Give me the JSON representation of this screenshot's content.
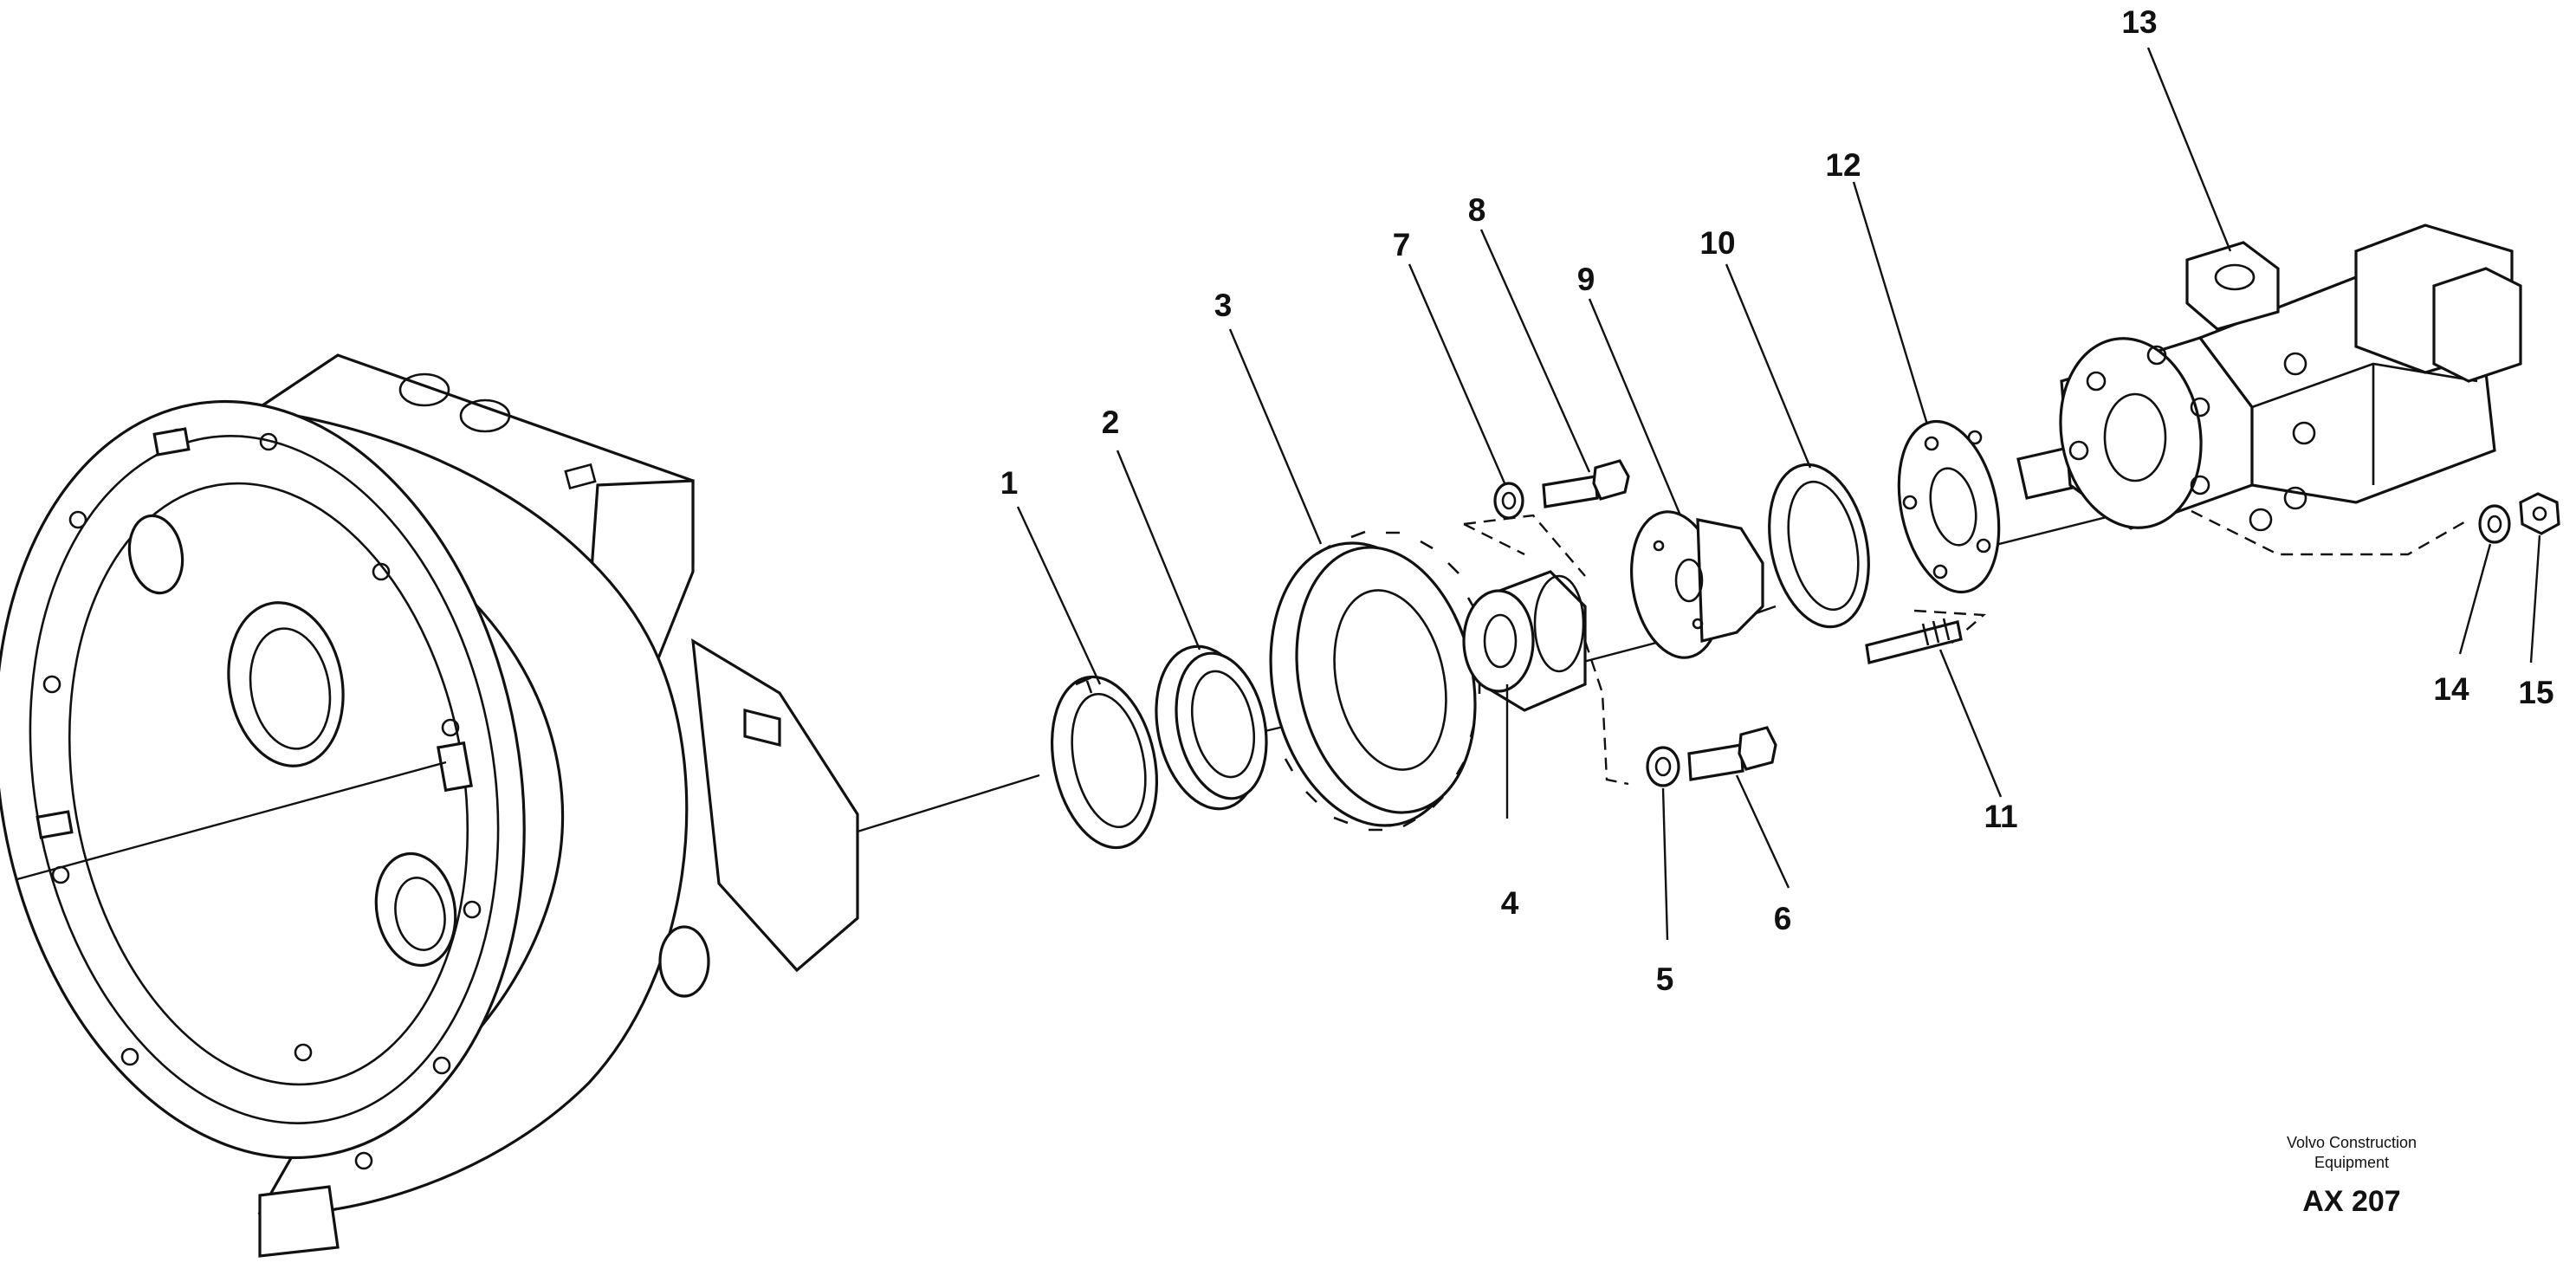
{
  "callouts": [
    "1",
    "2",
    "3",
    "4",
    "5",
    "6",
    "7",
    "8",
    "9",
    "10",
    "11",
    "12",
    "13",
    "14",
    "15"
  ],
  "credit": {
    "line1": "Volvo Construction",
    "line2": "Equipment",
    "code": "AX 207"
  }
}
